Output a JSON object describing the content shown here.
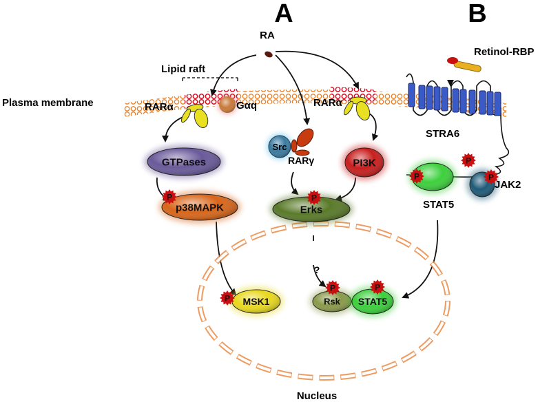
{
  "panels": {
    "a": "A",
    "b": "B"
  },
  "labels": {
    "ra": "RA",
    "lipid_raft": "Lipid raft",
    "plasma_membrane": "Plasma membrane",
    "rar_alpha_left": "RARα",
    "gaq": "Gαq",
    "rar_alpha_right": "RARα",
    "retinol_rbp": "Retinol-RBP",
    "stra6": "STRA6",
    "src": "Src",
    "rar_gamma": "RARγ",
    "gtpases": "GTPases",
    "pi3k": "PI3K",
    "p38mapk": "p38MAPK",
    "erks": "Erks",
    "stat5_cyto": "STAT5",
    "jak2": "JAK2",
    "question": "?",
    "msk1": "MSK1",
    "rsk": "Rsk",
    "stat5_nuc": "STAT5",
    "nucleus": "Nucleus",
    "phospho": "P"
  },
  "colors": {
    "membrane": "#e8822a",
    "raft": "#d8102a",
    "gtpases": "#6a5a9a",
    "p38mapk": "#d8661a",
    "erks": "#5a7a2a",
    "pi3k": "#c81e1e",
    "src": "#3a7aa0",
    "stat5": "#3cd03c",
    "jak2": "#1e5a78",
    "msk1": "#e8d81e",
    "rsk": "#8a9a4a",
    "phospho": "#c81010",
    "stra6": "#3a5ac8",
    "nucleus": "#e8823a"
  }
}
